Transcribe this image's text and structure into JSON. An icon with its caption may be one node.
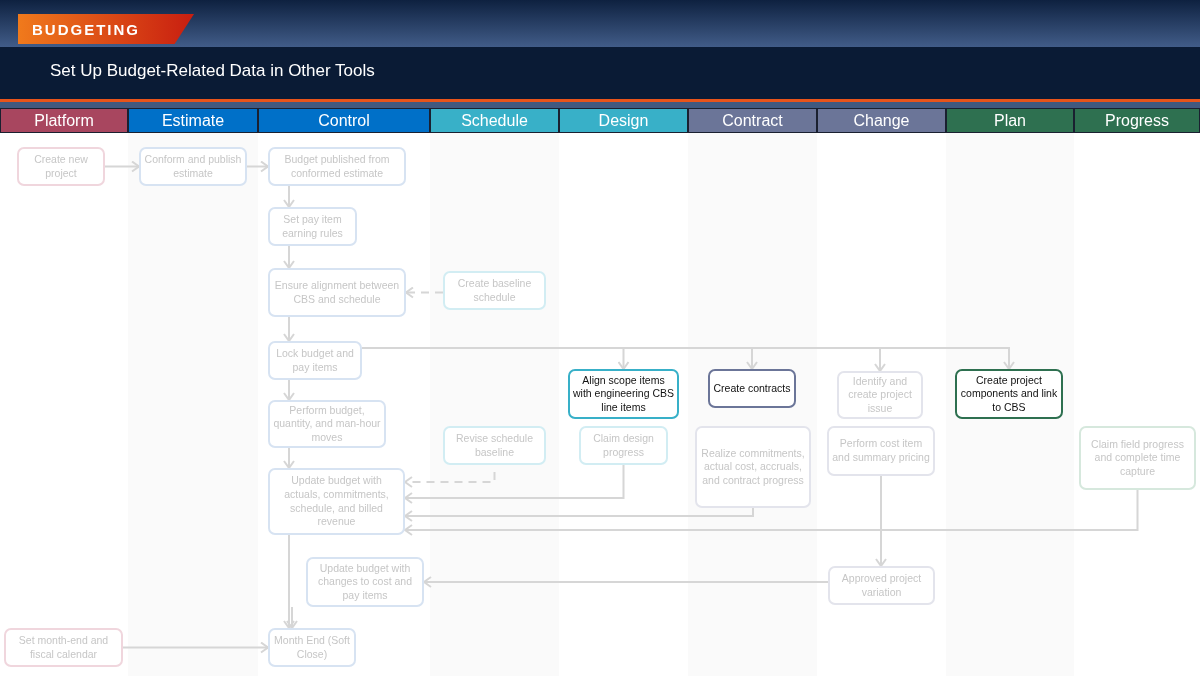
{
  "diagram": {
    "title": "Set Up Budget-Related Data in Other Tools",
    "nodes": [
      {
        "text": [
          "BUDGETING"
        ]
      },
      {
        "text": [
          "Platform"
        ]
      },
      {
        "text": [
          "Estimate"
        ]
      },
      {
        "text": [
          "Control"
        ]
      },
      {
        "text": [
          "Schedule"
        ]
      },
      {
        "text": [
          "Design"
        ]
      },
      {
        "text": [
          "Contract"
        ]
      },
      {
        "text": [
          "Change"
        ]
      },
      {
        "text": [
          "Plan"
        ]
      },
      {
        "text": [
          "Progress"
        ]
      },
      {
        "text": [
          "Create new project"
        ]
      },
      {
        "text": [
          "Conform and publish estimate"
        ]
      },
      {
        "text": [
          "Budget published from conformed estimate"
        ]
      },
      {
        "text": [
          "Set pay item earning rules"
        ]
      },
      {
        "text": [
          "Ensure alignment between CBS and schedule"
        ]
      },
      {
        "text": [
          "Create baseline schedule"
        ]
      },
      {
        "text": [
          "Lock budget and pay items"
        ]
      },
      {
        "text": [
          "Align scope items with engineering CBS line items"
        ]
      },
      {
        "text": [
          "Create contracts"
        ]
      },
      {
        "text": [
          "Identify and create project issue"
        ]
      },
      {
        "text": [
          "Create project components and link to CBS"
        ]
      },
      {
        "text": [
          "Perform budget, quantity, and man-hour moves"
        ]
      },
      {
        "text": [
          "Revise schedule baseline"
        ]
      },
      {
        "text": [
          "Claim design progress"
        ]
      },
      {
        "text": [
          "Realize commitments, actual cost, accruals, and contract progress"
        ]
      },
      {
        "text": [
          "Perform cost item and summary pricing"
        ]
      },
      {
        "text": [
          "Claim field progress and complete time capture"
        ]
      },
      {
        "text": [
          "Update budget with actuals, commitments, schedule, and billed revenue"
        ]
      },
      {
        "text": [
          "Update budget with changes to cost and pay items"
        ]
      },
      {
        "text": [
          "Approved project variation"
        ]
      },
      {
        "text": [
          "Set month-end and fiscal calendar"
        ]
      },
      {
        "text": [
          "Month End (Soft Close)"
        ]
      }
    ],
    "edges": [
      {
        "from": 10,
        "to": 11,
        "arrow": "to"
      },
      {
        "from": 11,
        "to": 12,
        "arrow": "to"
      },
      {
        "from": 12,
        "to": 13,
        "arrow": "to"
      },
      {
        "from": 13,
        "to": 14,
        "arrow": "to"
      },
      {
        "from": 15,
        "to": 14,
        "arrow": "to",
        "style": "dashed"
      },
      {
        "from": 14,
        "to": 16,
        "arrow": "to"
      },
      {
        "from": 16,
        "to": 17,
        "arrow": "to"
      },
      {
        "from": 16,
        "to": 18,
        "arrow": "to"
      },
      {
        "from": 16,
        "to": 19,
        "arrow": "to"
      },
      {
        "from": 16,
        "to": 20,
        "arrow": "to"
      },
      {
        "from": 16,
        "to": 21,
        "arrow": "to"
      },
      {
        "from": 21,
        "to": 27,
        "arrow": "to"
      },
      {
        "from": 22,
        "to": 27,
        "arrow": "to",
        "style": "dashed"
      },
      {
        "from": 23,
        "to": 27,
        "arrow": "to"
      },
      {
        "from": 24,
        "to": 27,
        "arrow": "to"
      },
      {
        "from": 26,
        "to": 27,
        "arrow": "to"
      },
      {
        "from": 27,
        "to": 31,
        "arrow": "to"
      },
      {
        "from": 25,
        "to": 29,
        "arrow": "to"
      },
      {
        "from": 29,
        "to": 28,
        "arrow": "to"
      },
      {
        "from": 28,
        "to": 31,
        "arrow": "to"
      },
      {
        "from": 30,
        "to": 31,
        "arrow": "to"
      }
    ]
  }
}
